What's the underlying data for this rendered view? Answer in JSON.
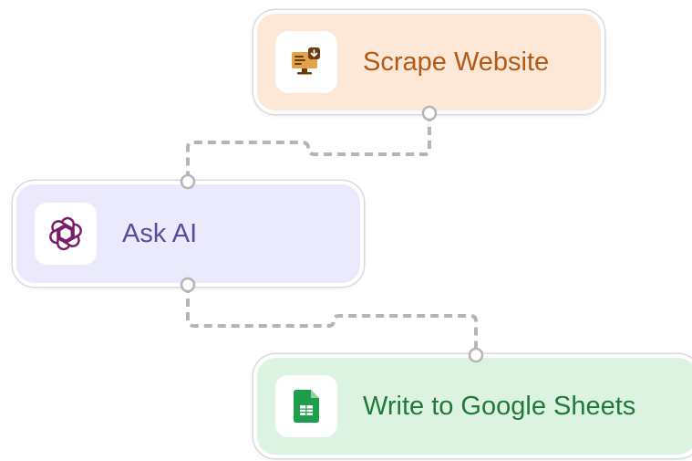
{
  "diagram": {
    "nodes": [
      {
        "id": "scrape",
        "label": "Scrape Website",
        "icon": "monitor-download-icon",
        "bg": "#fde7d6",
        "text_color": "#b35a16"
      },
      {
        "id": "ask",
        "label": "Ask AI",
        "icon": "openai-icon",
        "bg": "#ebe9fc",
        "text_color": "#5a4b9f"
      },
      {
        "id": "sheets",
        "label": "Write to Google Sheets",
        "icon": "google-sheets-icon",
        "bg": "#ddf3e2",
        "text_color": "#1f7a3a"
      }
    ],
    "edges": [
      {
        "from": "scrape",
        "to": "ask",
        "style": "dashed"
      },
      {
        "from": "ask",
        "to": "sheets",
        "style": "dashed"
      }
    ],
    "connector_color": "#b5b5b8"
  }
}
